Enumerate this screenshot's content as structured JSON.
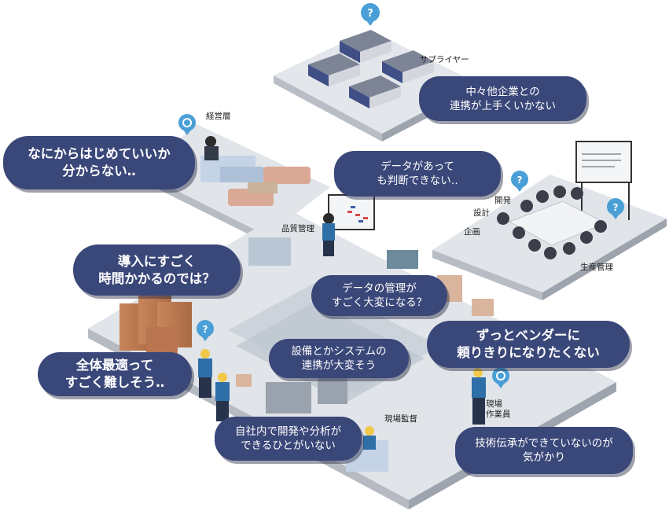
{
  "labels": {
    "supplier": "サプライヤー",
    "management": "経営層",
    "quality": "品質管理",
    "development": "開発",
    "design": "設計",
    "planning": "企画",
    "production": "生産管理",
    "site_worker_1": "現場",
    "site_worker_2": "作業員",
    "site_supervisor": "現場監督"
  },
  "bubbles": {
    "supplier_issue": [
      "中々他企業との",
      "連携が上手くいかない"
    ],
    "where_to_start": [
      "なにからはじめていいか",
      "分からない‥"
    ],
    "data_judgement": [
      "データがあって",
      "も判断できない‥"
    ],
    "intro_time": [
      "導入にすごく",
      "時間かかるのでは？"
    ],
    "data_management": [
      "データの管理が",
      "すごく大変になる？"
    ],
    "vendor_dependency": [
      "ずっとベンダーに",
      "頼りきりになりたくない"
    ],
    "system_integration": [
      "設備とかシステムの",
      "連携が大変そう"
    ],
    "total_optimization": [
      "全体最適って",
      "すごく難しそう‥"
    ],
    "in_house_talent": [
      "自社内で開発や分析が",
      "できるひとがいない"
    ],
    "skill_transfer": [
      "技術伝承ができていないのが",
      "気がかり"
    ]
  },
  "icons": {
    "question": "?"
  },
  "colors": {
    "bubble": "#3a4779",
    "floor": "#e1e4e8",
    "floor_edge": "#b6bac2",
    "question_marker": "#4a9fd6"
  }
}
